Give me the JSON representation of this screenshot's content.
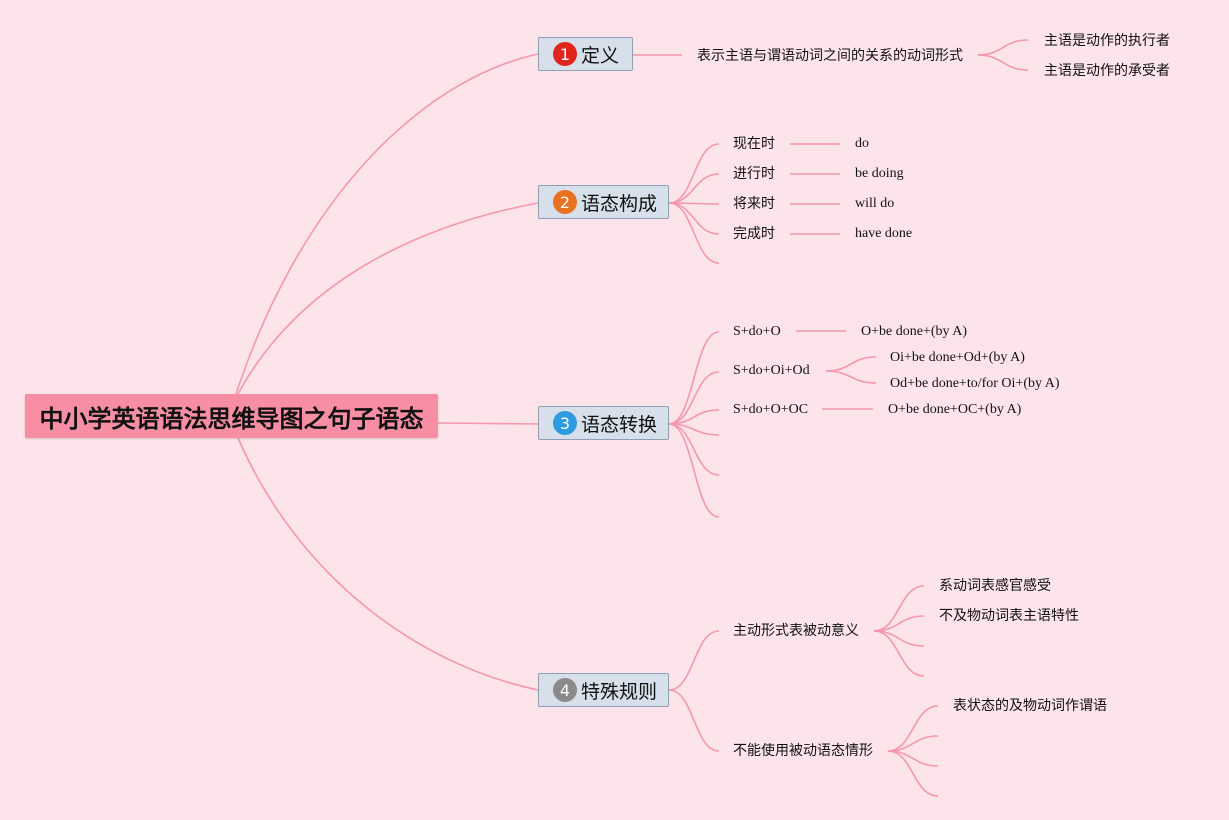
{
  "root": {
    "title": "中小学英语语法思维导图之句子语态"
  },
  "colors": {
    "line": "#f597ad",
    "root_bg": "#f88ea4",
    "branch_bg": "#d7e0ea",
    "background": "#fde4ea"
  },
  "branches": [
    {
      "number": "1",
      "badge_color": "#e0261b",
      "label": "定义",
      "definition": "表示主语与谓语动词之间的关系的动词形式",
      "subjects": [
        "主语是动作的执行者",
        "主语是动作的承受者"
      ]
    },
    {
      "number": "2",
      "badge_color": "#e8701e",
      "label": "语态构成",
      "tenses": [
        {
          "name": "现在时",
          "form": "do"
        },
        {
          "name": "进行时",
          "form": "be doing"
        },
        {
          "name": "将来时",
          "form": "will do"
        },
        {
          "name": "完成时",
          "form": "have done"
        }
      ]
    },
    {
      "number": "3",
      "badge_color": "#2d9be0",
      "label": "语态转换",
      "patterns": [
        {
          "active": "S+do+O",
          "passive": [
            "O+be done+(by A)"
          ]
        },
        {
          "active": "S+do+Oi+Od",
          "passive": [
            "Oi+be done+Od+(by A)",
            "Od+be done+to/for Oi+(by A)"
          ]
        },
        {
          "active": "S+do+O+OC",
          "passive": [
            "O+be done+OC+(by A)"
          ]
        }
      ]
    },
    {
      "number": "4",
      "badge_color": "#8a8a8a",
      "label": "特殊规则",
      "rules": [
        {
          "name": "主动形式表被动意义",
          "items": [
            "系动词表感官感受",
            "不及物动词表主语特性"
          ]
        },
        {
          "name": "不能使用被动语态情形",
          "items": [
            "表状态的及物动词作谓语"
          ]
        }
      ]
    }
  ]
}
